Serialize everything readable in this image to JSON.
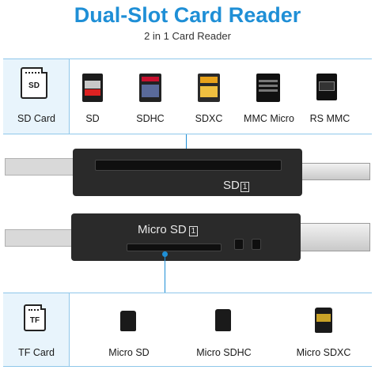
{
  "header": {
    "title": "Dual-Slot Card Reader",
    "subtitle": "2 in 1 Card Reader"
  },
  "top_panel": {
    "icon_text": "SD",
    "items": [
      {
        "label": "SD Card"
      },
      {
        "label": "SD"
      },
      {
        "label": "SDHC"
      },
      {
        "label": "SDXC"
      },
      {
        "label": "MMC Micro"
      },
      {
        "label": "RS MMC"
      }
    ]
  },
  "reader_top": {
    "label": "SD",
    "lock": "1"
  },
  "reader_bottom": {
    "label": "Micro SD",
    "lock": "1"
  },
  "bottom_panel": {
    "icon_text": "TF",
    "items": [
      {
        "label": "TF Card"
      },
      {
        "label": "Micro SD"
      },
      {
        "label": "Micro SDHC"
      },
      {
        "label": "Micro SDXC"
      }
    ]
  },
  "colors": {
    "accent": "#1f8fd6",
    "panel_tint": "#e8f4fc"
  }
}
